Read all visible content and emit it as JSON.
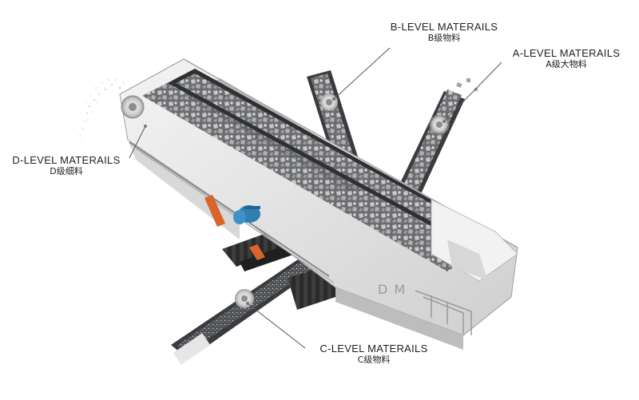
{
  "labels": {
    "b": {
      "en": "B-LEVEL MATERAILS",
      "zh": "B级物料"
    },
    "a": {
      "en": "A-LEVEL MATERAILS",
      "zh": "A级大物料"
    },
    "d": {
      "en": "D-LEVEL MATERAILS",
      "zh": "D级细料"
    },
    "c": {
      "en": "C-LEVEL MATERAILS",
      "zh": "C级物料"
    }
  },
  "brand": {
    "plate_text": "DM"
  },
  "colors": {
    "belt": "#5a5c60",
    "belt_edge": "#3a3b3e",
    "frame": "#e9e9e9",
    "frame_shadow": "#bdbdbd",
    "track": "#2b2b2b",
    "motor": "#2f7fb0",
    "accent": "#d9652a",
    "rock": "#a9a9a9"
  }
}
